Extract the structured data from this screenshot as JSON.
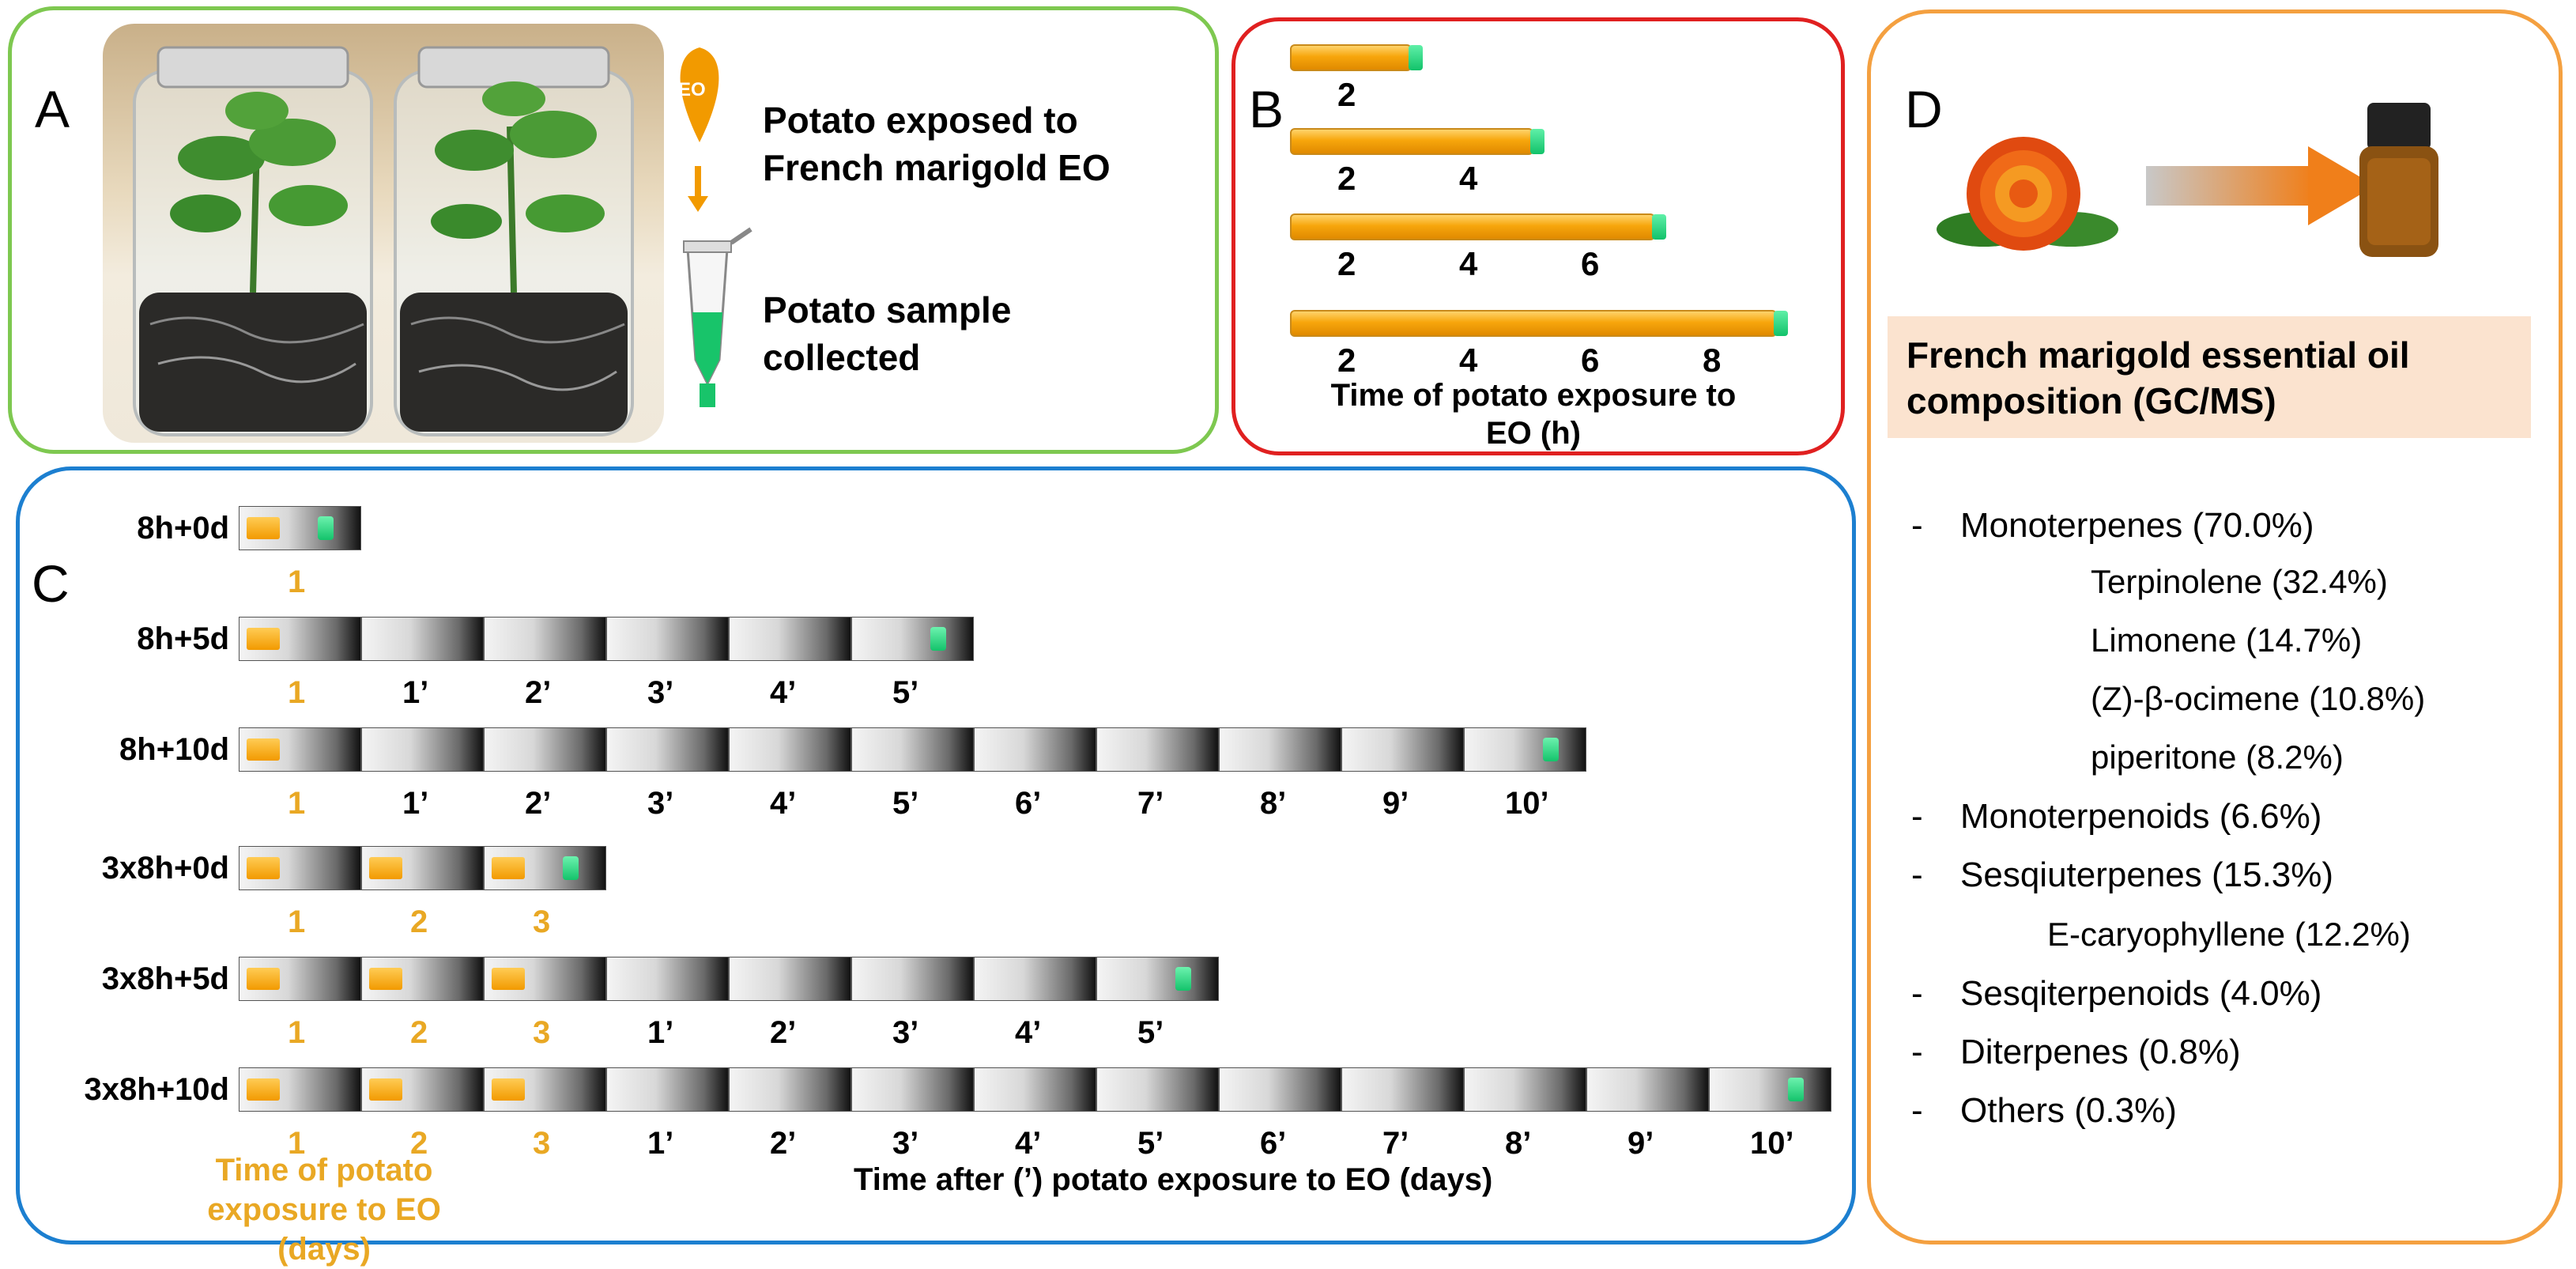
{
  "colors": {
    "panelA": "#7ec850",
    "panelB": "#e02020",
    "panelC": "#1c7fd0",
    "panelD": "#f4a040",
    "orange_text": "#e9a824",
    "header_bg": "#fbe3cf"
  },
  "panelA": {
    "label": "A",
    "eo_tag": "EO",
    "text1": "Potato exposed to French marigold EO",
    "text2": "Potato sample collected"
  },
  "panelB": {
    "label": "B",
    "bars": [
      {
        "ticks": [
          "2"
        ],
        "value": 2
      },
      {
        "ticks": [
          "2",
          "4"
        ],
        "value": 4
      },
      {
        "ticks": [
          "2",
          "4",
          "6"
        ],
        "value": 6
      },
      {
        "ticks": [
          "2",
          "4",
          "6",
          "8"
        ],
        "value": 8
      }
    ],
    "axis_title": "Time of potato exposure to EO (h)"
  },
  "panelC": {
    "label": "C",
    "rows": [
      {
        "label": "8h+0d",
        "exposures": [
          "1"
        ],
        "after": []
      },
      {
        "label": "8h+5d",
        "exposures": [
          "1"
        ],
        "after": [
          "1’",
          "2’",
          "3’",
          "4’",
          "5’"
        ]
      },
      {
        "label": "8h+10d",
        "exposures": [
          "1"
        ],
        "after": [
          "1’",
          "2’",
          "3’",
          "4’",
          "5’",
          "6’",
          "7’",
          "8’",
          "9’",
          "10’"
        ]
      },
      {
        "label": "3x8h+0d",
        "exposures": [
          "1",
          "2",
          "3"
        ],
        "after": []
      },
      {
        "label": "3x8h+5d",
        "exposures": [
          "1",
          "2",
          "3"
        ],
        "after": [
          "1’",
          "2’",
          "3’",
          "4’",
          "5’"
        ]
      },
      {
        "label": "3x8h+10d",
        "exposures": [
          "1",
          "2",
          "3"
        ],
        "after": [
          "1’",
          "2’",
          "3’",
          "4’",
          "5’",
          "6’",
          "7’",
          "8’",
          "9’",
          "10’"
        ]
      }
    ],
    "xlabel_exposure": "Time of potato exposure to EO (days)",
    "xlabel_after": "Time after (’) potato exposure to EO (days)"
  },
  "panelD": {
    "label": "D",
    "header": "French marigold essential oil composition (GC/MS)",
    "dash": "-",
    "items": [
      {
        "name": "Monoterpenes",
        "pct": "(70.0%)",
        "level": 0
      },
      {
        "name": "Terpinolene",
        "pct": "(32.4%)",
        "level": 1
      },
      {
        "name": "Limonene",
        "pct": "(14.7%)",
        "level": 1
      },
      {
        "name": "(Z)-β-ocimene",
        "pct": "(10.8%)",
        "level": 1
      },
      {
        "name": "piperitone",
        "pct": "(8.2%)",
        "level": 1
      },
      {
        "name": "Monoterpenoids",
        "pct": "(6.6%)",
        "level": 0
      },
      {
        "name": "Sesqiuterpenes",
        "pct": "(15.3%)",
        "level": 0
      },
      {
        "name": "E-caryophyllene",
        "pct": "(12.2%)",
        "level": 1
      },
      {
        "name": "Sesqiterpenoids",
        "pct": "(4.0%)",
        "level": 0
      },
      {
        "name": "Diterpenes",
        "pct": "(0.8%)",
        "level": 0
      },
      {
        "name": "Others",
        "pct": "(0.3%)",
        "level": 0
      }
    ]
  }
}
